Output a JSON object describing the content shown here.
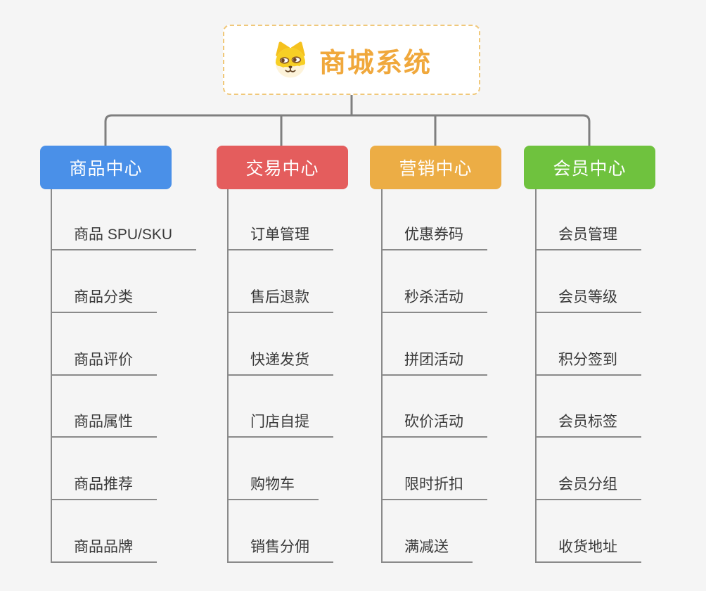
{
  "canvas": {
    "background": "#f5f5f5",
    "connector_color": "#7f7f7f",
    "leaf_line_color": "#8a8a8a"
  },
  "root": {
    "title": "商城系统",
    "icon": "doge-dog-icon",
    "title_color": "#f0a83c",
    "border_color": "#f0c87a"
  },
  "branches": [
    {
      "label": "商品中心",
      "color": "#4a90e8",
      "children": [
        "商品 SPU/SKU",
        "商品分类",
        "商品评价",
        "商品属性",
        "商品推荐",
        "商品品牌"
      ]
    },
    {
      "label": "交易中心",
      "color": "#e45d5d",
      "children": [
        "订单管理",
        "售后退款",
        "快递发货",
        "门店自提",
        "购物车",
        "销售分佣"
      ]
    },
    {
      "label": "营销中心",
      "color": "#ecad45",
      "children": [
        "优惠券码",
        "秒杀活动",
        "拼团活动",
        "砍价活动",
        "限时折扣",
        "满减送"
      ]
    },
    {
      "label": "会员中心",
      "color": "#6fc23e",
      "children": [
        "会员管理",
        "会员等级",
        "积分签到",
        "会员标签",
        "会员分组",
        "收货地址"
      ]
    }
  ]
}
